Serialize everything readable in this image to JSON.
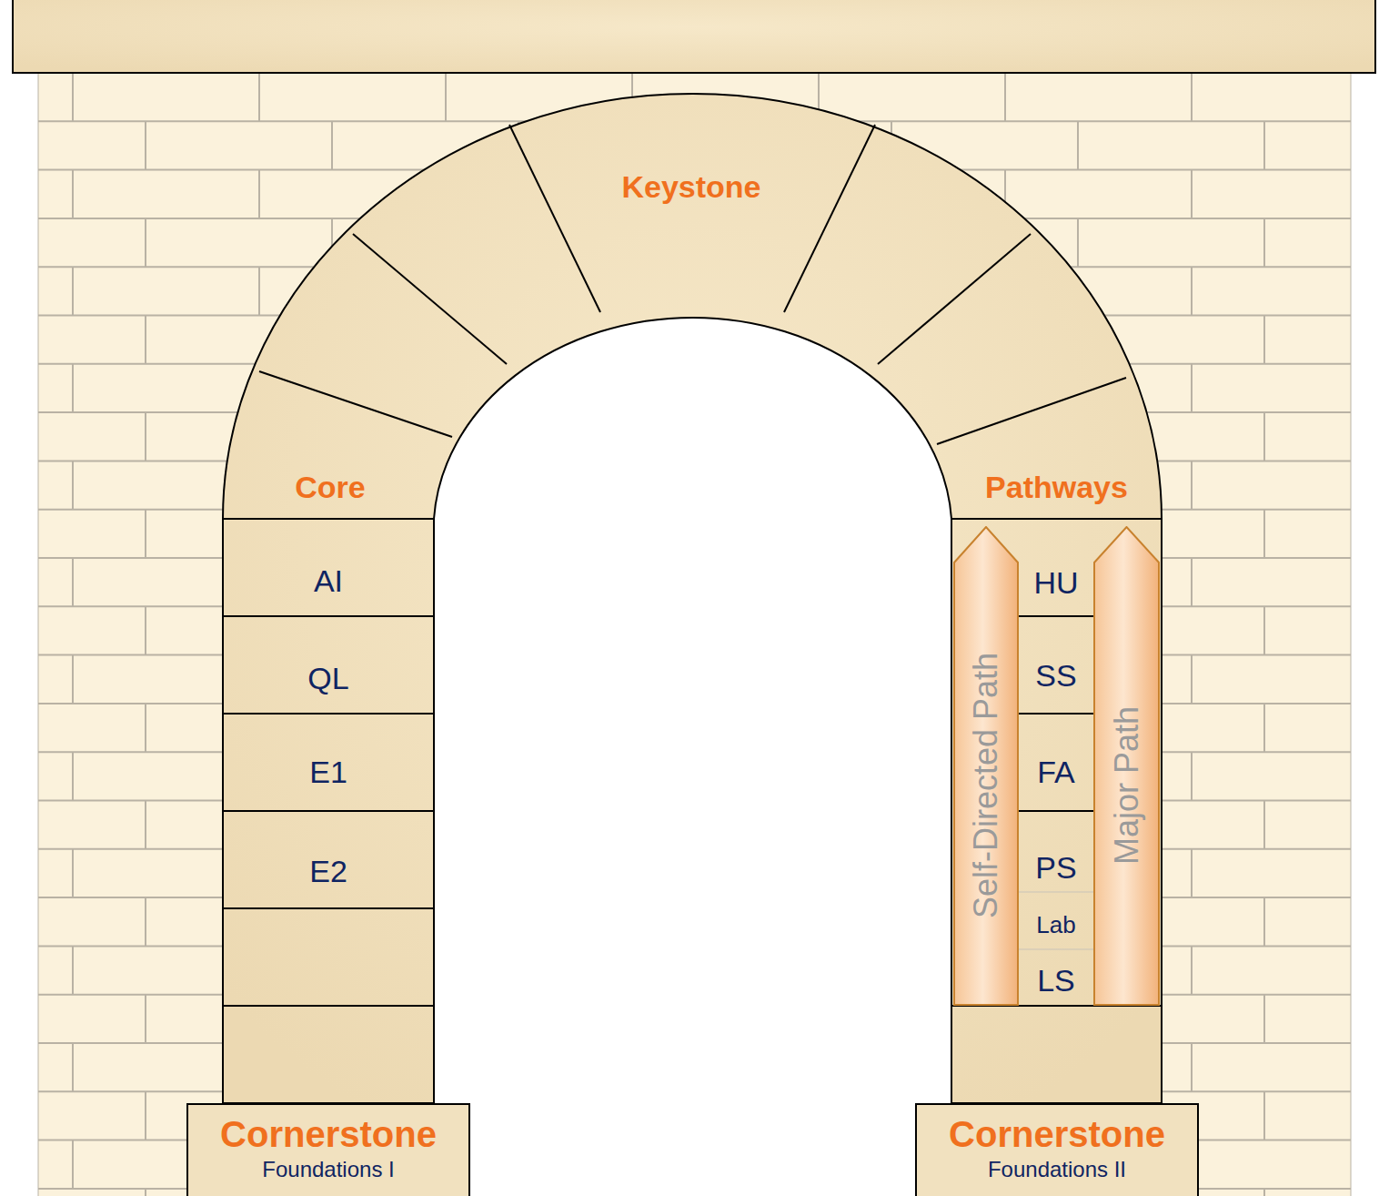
{
  "diagram": {
    "nodes": [
      {
        "text": [
          "Keystone"
        ]
      },
      {
        "text": [
          "Core"
        ]
      },
      {
        "text": [
          "Pathways"
        ]
      },
      {
        "text": [
          "AI"
        ]
      },
      {
        "text": [
          "QL"
        ]
      },
      {
        "text": [
          "E1"
        ]
      },
      {
        "text": [
          "E2"
        ]
      },
      {
        "text": [
          "Self-Directed Path"
        ]
      },
      {
        "text": [
          "HU"
        ]
      },
      {
        "text": [
          "SS"
        ]
      },
      {
        "text": [
          "FA"
        ]
      },
      {
        "text": [
          "PS"
        ]
      },
      {
        "text": [
          "Lab"
        ]
      },
      {
        "text": [
          "LS"
        ]
      },
      {
        "text": [
          "Major Path"
        ]
      },
      {
        "text": [
          "Cornerstone",
          "Foundations I"
        ]
      },
      {
        "text": [
          "Cornerstone",
          "Foundations II"
        ]
      }
    ]
  }
}
